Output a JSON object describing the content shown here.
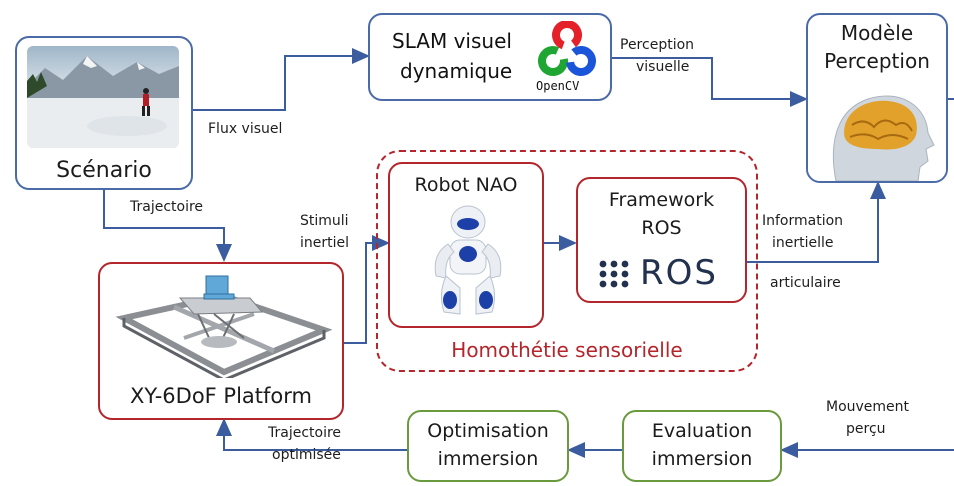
{
  "nodes": {
    "scenario": {
      "label": "Scénario"
    },
    "slam": {
      "line1": "SLAM visuel",
      "line2": "dynamique",
      "opencv": "OpenCV"
    },
    "perception": {
      "line1": "Modèle",
      "line2": "Perception"
    },
    "nao": {
      "label": "Robot NAO"
    },
    "ros": {
      "line1": "Framework",
      "line2": "ROS",
      "logo": "ROS"
    },
    "platform": {
      "label": "XY-6DoF Platform"
    },
    "optimisation": {
      "line1": "Optimisation",
      "line2": "immersion"
    },
    "evaluation": {
      "line1": "Evaluation",
      "line2": "immersion"
    }
  },
  "group": {
    "label": "Homothétie sensorielle"
  },
  "edges": {
    "flux_visuel": "Flux visuel",
    "perception_visuelle_1": "Perception",
    "perception_visuelle_2": "visuelle",
    "trajectoire": "Trajectoire",
    "stimuli_1": "Stimuli",
    "stimuli_2": "inertiel",
    "info_1": "Information",
    "info_2": "inertielle",
    "info_3": "articulaire",
    "mouvement_1": "Mouvement",
    "mouvement_2": "perçu",
    "traj_opt_1": "Trajectoire",
    "traj_opt_2": "optimisée"
  },
  "colors": {
    "blue": "#4a6aa8",
    "red": "#b4262c",
    "green": "#6a9a3e",
    "wire": "#3b5da0"
  }
}
